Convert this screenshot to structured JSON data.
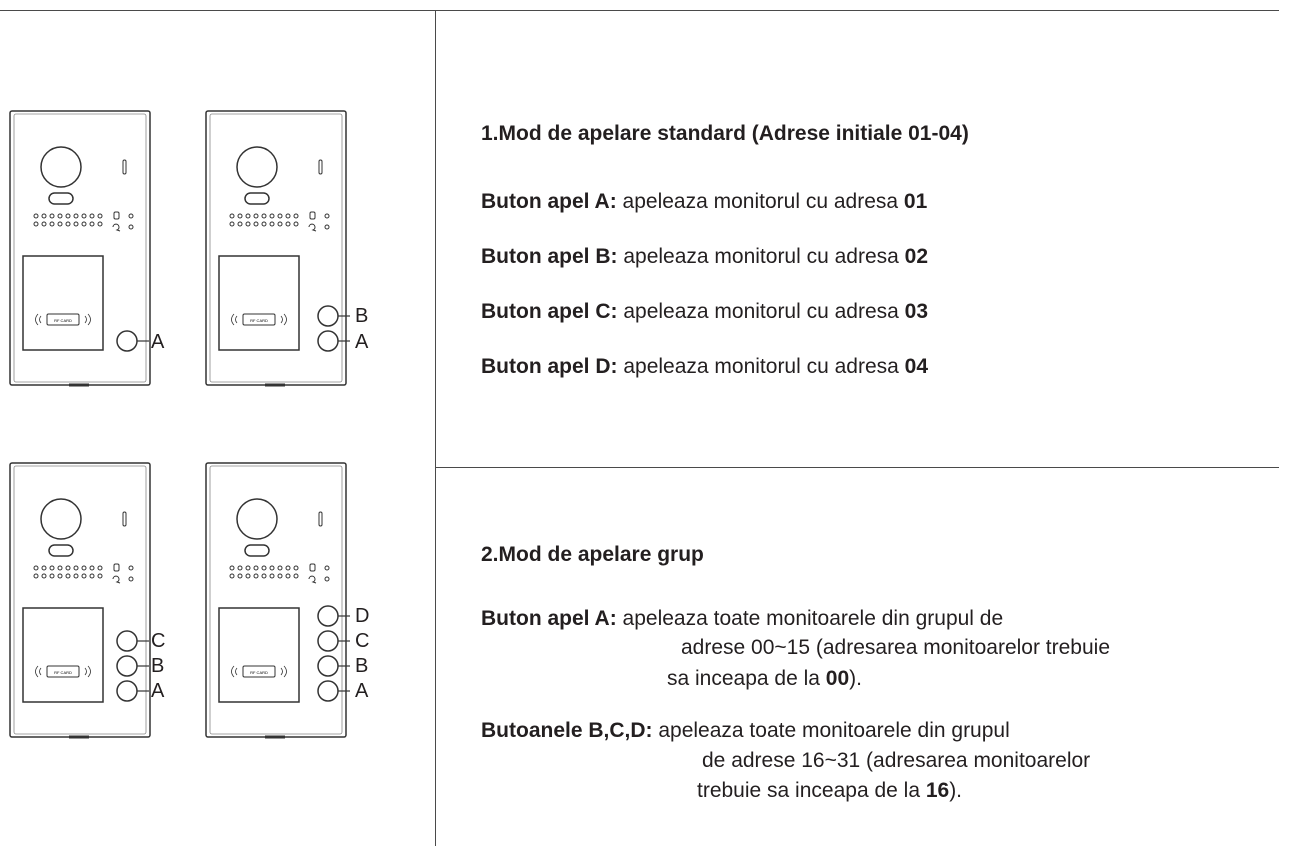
{
  "section1": {
    "title": "1.Mod de apelare standard (Adrese initiale 01-04)",
    "items": [
      {
        "label": "Buton apel A:",
        "text": " apeleaza monitorul cu adresa ",
        "address": "01"
      },
      {
        "label": "Buton apel B:",
        "text": " apeleaza monitorul cu adresa ",
        "address": "02"
      },
      {
        "label": "Buton apel C:",
        "text": " apeleaza monitorul cu adresa ",
        "address": "03"
      },
      {
        "label": "Buton apel D:",
        "text": " apeleaza monitorul cu adresa ",
        "address": "04"
      }
    ]
  },
  "section2": {
    "title": "2.Mod de apelare grup",
    "items": [
      {
        "label": "Buton apel A:",
        "text1": " apeleaza toate monitoarele din grupul de",
        "text2": "adrese 00~15 (adresarea monitoarelor trebuie",
        "text3a": "sa inceapa de la ",
        "address": "00",
        "text3b": ")."
      },
      {
        "label": "Butoanele B,C,D:",
        "text1": " apeleaza toate monitoarele din grupul",
        "text2": "de adrese 16~31 (adresarea monitoarelor",
        "text3a": "trebuie sa inceapa de la ",
        "address": "16",
        "text3b": ")."
      }
    ]
  },
  "panels": {
    "rf_card_text": "RF CARD",
    "panel1_buttons": [
      "A"
    ],
    "panel2_buttons": [
      "B",
      "A"
    ],
    "panel3_buttons": [
      "C",
      "B",
      "A"
    ],
    "panel4_buttons": [
      "D",
      "C",
      "B",
      "A"
    ]
  },
  "colors": {
    "text": "#231f20",
    "lines": "#4a4a4a"
  }
}
